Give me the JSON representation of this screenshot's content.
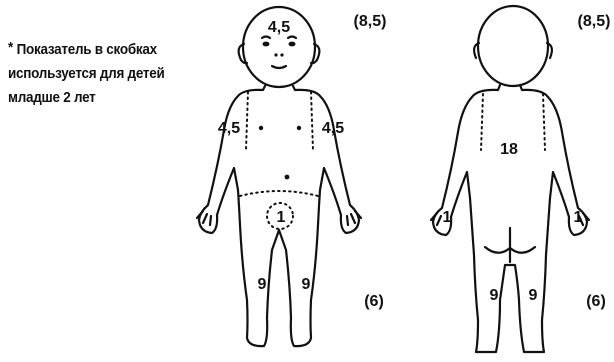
{
  "note": {
    "star": "*",
    "lines": [
      "Показатель в скобках",
      "используется для детей",
      "младше 2 лет"
    ]
  },
  "front": {
    "head": "4,5",
    "head_under2": "(8,5)",
    "left_arm": "4,5",
    "right_arm": "4,5",
    "genitals": "1",
    "left_leg": "9",
    "right_leg": "9",
    "legs_under2": "(6)"
  },
  "back": {
    "head_under2": "(8,5)",
    "trunk": "18",
    "left_hand": "1",
    "right_hand": "1",
    "left_leg": "9",
    "right_leg": "9",
    "legs_under2": "(6)"
  }
}
